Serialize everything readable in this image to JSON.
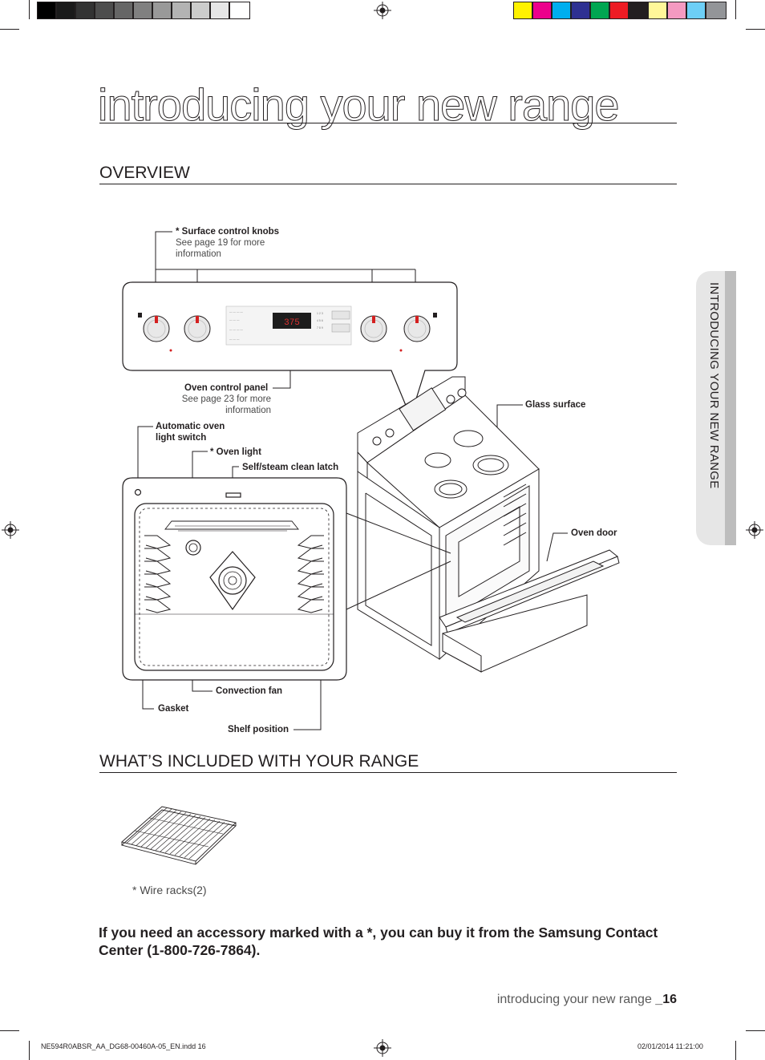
{
  "page_title": "introducing your new range",
  "overview": {
    "heading": "OVERVIEW",
    "labels": {
      "surface_knobs": "* Surface control knobs",
      "surface_knobs_sub": "See page 19 for more information",
      "control_panel": "Oven control panel",
      "control_panel_sub": "See page 23 for more information",
      "glass_surface": "Glass surface",
      "auto_light_switch": "Automatic oven light switch",
      "oven_light": "* Oven light",
      "latch": "Self/steam clean latch",
      "oven_door": "Oven door",
      "convection_fan": "Convection fan",
      "gasket": "Gasket",
      "shelf_position": "Shelf position"
    },
    "panel_display": "375"
  },
  "included": {
    "heading": "WHAT’S INCLUDED WITH YOUR RANGE",
    "wire_racks": "* Wire racks(2)"
  },
  "contact_note": "If you need an accessory marked with a *, you can buy it from the Samsung Contact Center (1-800-726-7864).",
  "side_tab": "INTRODUCING YOUR NEW RANGE",
  "footer": {
    "section": "introducing your new range ",
    "page": "_16"
  },
  "slug": {
    "file": "NE594R0ABSR_AA_DG68-00460A-05_EN.indd   16",
    "date": "02/01/2014   11:21:00"
  },
  "print_colors": {
    "grays": [
      "#000000",
      "#1a1a1a",
      "#333333",
      "#4d4d4d",
      "#666666",
      "#808080",
      "#999999",
      "#b3b3b3",
      "#cccccc",
      "#e6e6e6",
      "#ffffff"
    ],
    "process": [
      "#fff200",
      "#ec008c",
      "#00aeef",
      "#2e3192",
      "#00a651",
      "#ed1c24",
      "#231f20",
      "#fff799",
      "#f49ac1",
      "#6dcff6",
      "#939598"
    ]
  }
}
